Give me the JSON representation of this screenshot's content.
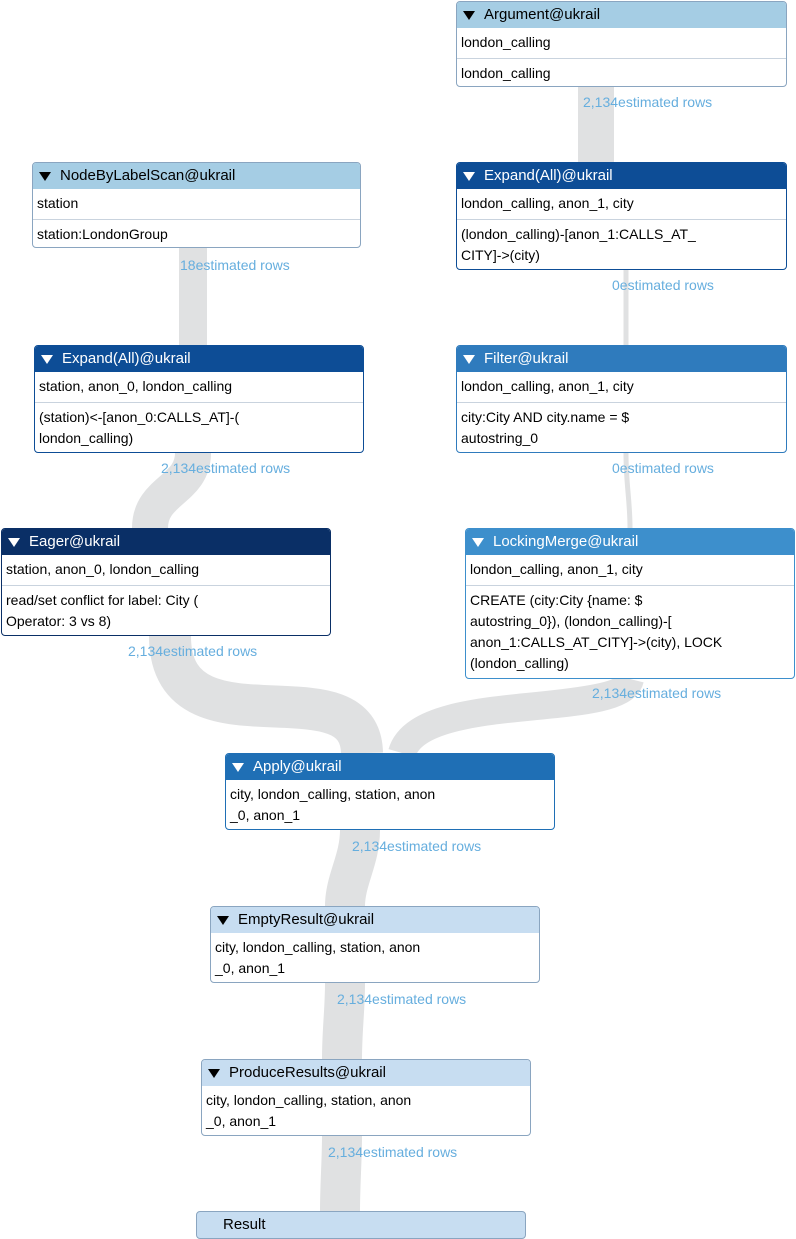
{
  "operators": {
    "argument": {
      "title": "Argument@ukrail",
      "identifiers": "london_calling",
      "details": "london_calling",
      "rows": "2,134estimated rows"
    },
    "expand_right": {
      "title": "Expand(All)@ukrail",
      "identifiers": "london_calling, anon_1, city",
      "details": "(london_calling)-[anon_1:CALLS_AT_\nCITY]->(city)",
      "rows": "0estimated rows"
    },
    "filter": {
      "title": "Filter@ukrail",
      "identifiers": "london_calling, anon_1, city",
      "details": "city:City AND city.name = $\nautostring_0",
      "rows": "0estimated rows"
    },
    "locking_merge": {
      "title": "LockingMerge@ukrail",
      "identifiers": "london_calling, anon_1, city",
      "details": "CREATE (city:City {name: $\nautostring_0}), (london_calling)-[\nanon_1:CALLS_AT_CITY]->(city), LOCK\n(london_calling)",
      "rows": "2,134estimated rows"
    },
    "node_by_label_scan": {
      "title": "NodeByLabelScan@ukrail",
      "identifiers": "station",
      "details": "station:LondonGroup",
      "rows": "18estimated rows"
    },
    "expand_left": {
      "title": "Expand(All)@ukrail",
      "identifiers": "station, anon_0, london_calling",
      "details": "(station)<-[anon_0:CALLS_AT]-(\nlondon_calling)",
      "rows": "2,134estimated rows"
    },
    "eager": {
      "title": "Eager@ukrail",
      "identifiers": "station, anon_0, london_calling",
      "details": "read/set conflict for label: City (\nOperator: 3 vs 8)",
      "rows": "2,134estimated rows"
    },
    "apply": {
      "title": "Apply@ukrail",
      "identifiers": "city, london_calling, station, anon\n_0, anon_1",
      "rows": "2,134estimated rows"
    },
    "empty_result": {
      "title": "EmptyResult@ukrail",
      "identifiers": "city, london_calling, station, anon\n_0, anon_1",
      "rows": "2,134estimated rows"
    },
    "produce_results": {
      "title": "ProduceResults@ukrail",
      "identifiers": "city, london_calling, station, anon\n_0, anon_1",
      "rows": "2,134estimated rows"
    }
  },
  "result": {
    "label": "Result"
  },
  "colors": {
    "flow": "#e0e1e2",
    "rows_text": "#66aede",
    "header_light": "#a5cde4",
    "header_mid": "#2f7bbd",
    "header_dark": "#0d4d96",
    "header_darkest": "#0a2f66",
    "header_pale": "#c7ddf1"
  },
  "icons": {
    "collapse": "triangle-down-icon"
  }
}
